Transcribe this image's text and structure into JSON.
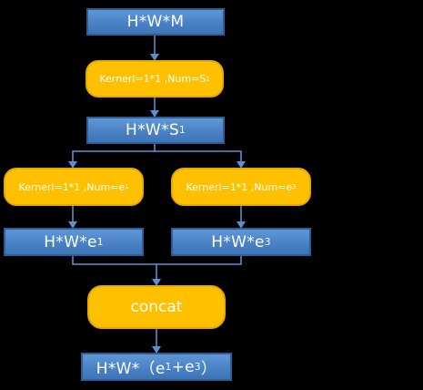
{
  "nodes": {
    "input": {
      "base": "H*W*M",
      "sub": "",
      "tail": ""
    },
    "conv_s1": {
      "base": "Kernerl=1*1 ,Num=S",
      "sub": "1",
      "tail": ""
    },
    "feat_s1": {
      "base": "H*W*S",
      "sub": "1",
      "tail": ""
    },
    "conv_e1": {
      "base": "Kernerl=1*1 ,Num=e",
      "sub": "1",
      "tail": ""
    },
    "conv_e3": {
      "base": "Kernerl=1*1 ,Num=e",
      "sub": "3",
      "tail": ""
    },
    "feat_e1": {
      "base": "H*W*e",
      "sub": "1",
      "tail": ""
    },
    "feat_e3": {
      "base": "H*W*e",
      "sub": "3",
      "tail": ""
    },
    "concat": {
      "base": "concat",
      "sub": "",
      "tail": ""
    },
    "output": {
      "base": "H*W*（e",
      "sub": "1",
      "mid": "+e",
      "sub2": "3",
      "tail": "）"
    }
  },
  "colors": {
    "rect_fill": "#4a82c6",
    "rect_border": "#2e5e98",
    "pill_fill": "#ffc000",
    "connector": "#5b8fd0",
    "background": "#000000"
  }
}
